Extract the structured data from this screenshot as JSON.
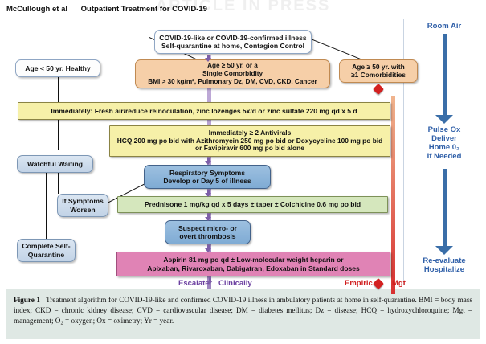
{
  "page": {
    "watermark": "ARTICLE IN PRESS",
    "running_head_authors": "McCullough et al",
    "running_head_title": "Outpatient Treatment for COVID-19"
  },
  "flowchart": {
    "nodes": {
      "illness": "COVID-19-like or COVID-19-confirmed illness\nSelf-quarantine at home, Contagion Control",
      "age_under50": "Age < 50 yr. Healthy",
      "age_over50_single": "Age ≥ 50 yr. or a\nSingle Comorbidity\nBMI > 30 kg/m², Pulmonary Dz, DM, CVD, CKD, Cancer",
      "age_over50_multi": "Age ≥ 50 yr. with\n≥1 Comorbidities",
      "immediate_zinc": "Immediately:  Fresh air/reduce reinoculation, zinc lozenges 5x/d or zinc sulfate 220 mg qd x 5 d",
      "antivirals": "Immediately ≥ 2 Antivirals\nHCQ 200 mg po bid with Azithromycin 250 mg po bid or Doxycycline 100 mg po bid\nor Favipiravir 600 mg po bid alone",
      "watchful_waiting": "Watchful Waiting",
      "if_symptoms_worsen": "If Symptoms\nWorsen",
      "complete_quarantine": "Complete Self-\nQuarantine",
      "respiratory_symptoms": "Respiratory Symptoms\nDevelop or Day 5 of illness",
      "prednisone": "Prednisone 1 mg/kg qd x 5 days ± taper ± Colchicine 0.6 mg po bid",
      "suspect_thrombosis": "Suspect micro- or\novert thrombosis",
      "aspirin": "Aspirin 81 mg po qd ± Low-molecular weight heparin or\nApixaban, Rivaroxaban, Dabigatran, Edoxaban in Standard doses"
    },
    "oxygen_column": {
      "room_air": "Room Air",
      "pulse_ox": "Pulse Ox\nDeliver\nHome 0₂\nIf Needed",
      "reevaluate": "Re-evaluate\nHospitalize"
    },
    "bottom_labels": {
      "escalate": "Escalate",
      "clinically": "Clinically",
      "empiric": "Empiric",
      "mgt": "Mgt"
    },
    "colors": {
      "orange_box": "#f6cfa8",
      "yellow_box": "#f6f0a8",
      "green_box": "#d5e7bd",
      "pink_box": "#e083b5",
      "blue_box": "#c2d3e6",
      "blue_box_dark": "#7fabd4",
      "purple_rail": "#8d6fb5",
      "red_rail": "#d73030",
      "arrow_blue": "#3a6ea8"
    }
  },
  "caption": {
    "label": "Figure 1",
    "text_1": "Treatment algorithm for COVID-19-like and confirmed COVID-19 illness in ambulatory patients at home in self-quarantine. BMI = body mass index; CKD = chronic kidney disease; CVD = cardiovascular disease; DM = diabetes mellitus;",
    "text_2_a": "Dz = disease; HCQ = hydroxychloroquine; Mgt = management; O",
    "text_2_sub": "2",
    "text_2_b": " = oxygen; Ox = oximetry; Yr = year."
  }
}
